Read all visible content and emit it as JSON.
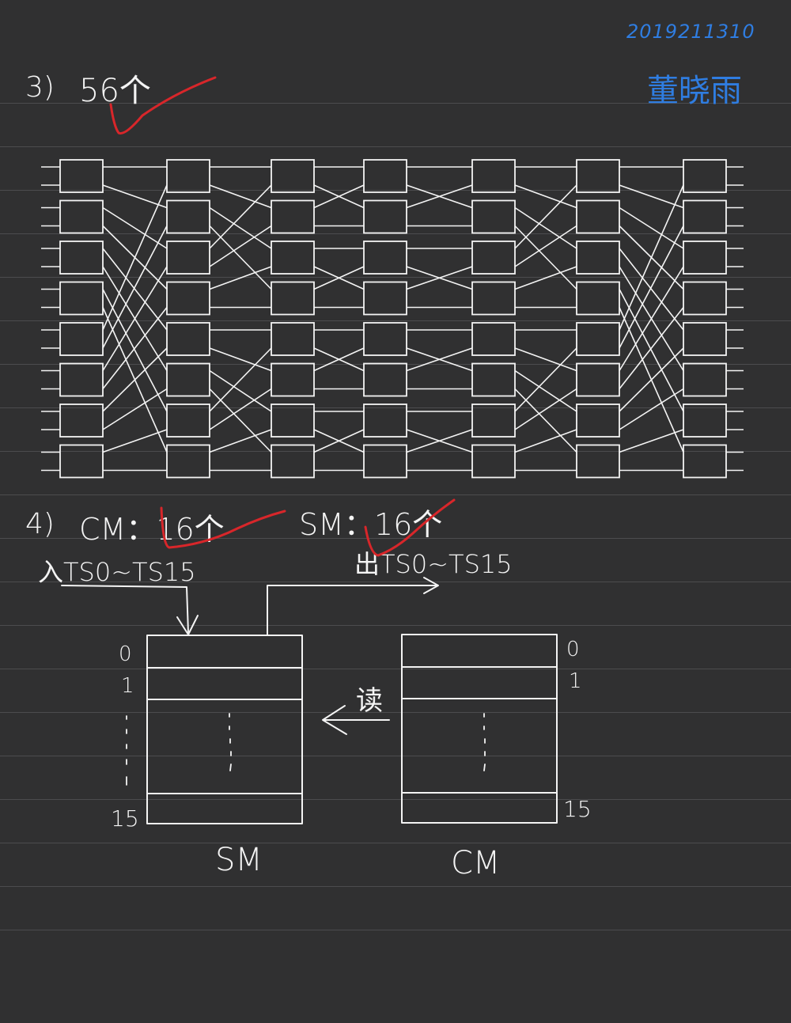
{
  "header": {
    "student_id": "2019211310",
    "student_name": "董晓雨"
  },
  "q3": {
    "label": "3)",
    "answer": "56个"
  },
  "q4": {
    "label": "4)",
    "cm_text": "CM：16个",
    "sm_text": "SM：16个",
    "input_text": "入TS0~TS15",
    "output_text": "出TS0~TS15",
    "read_label": "读",
    "sm": {
      "caption": "SM",
      "idx_first": "0",
      "idx_second": "1",
      "idx_last": "15"
    },
    "cm": {
      "caption": "CM",
      "idx_first": "0",
      "idx_second": "1",
      "idx_last": "15"
    }
  },
  "network": {
    "stages": 7,
    "switches_per_stage": 8,
    "total_switches": 56
  },
  "colors": {
    "background": "#303031",
    "ink": "#f4f4f4",
    "check": "#d8262a",
    "name": "#2f7de1",
    "rule": "#4c4c4e"
  }
}
